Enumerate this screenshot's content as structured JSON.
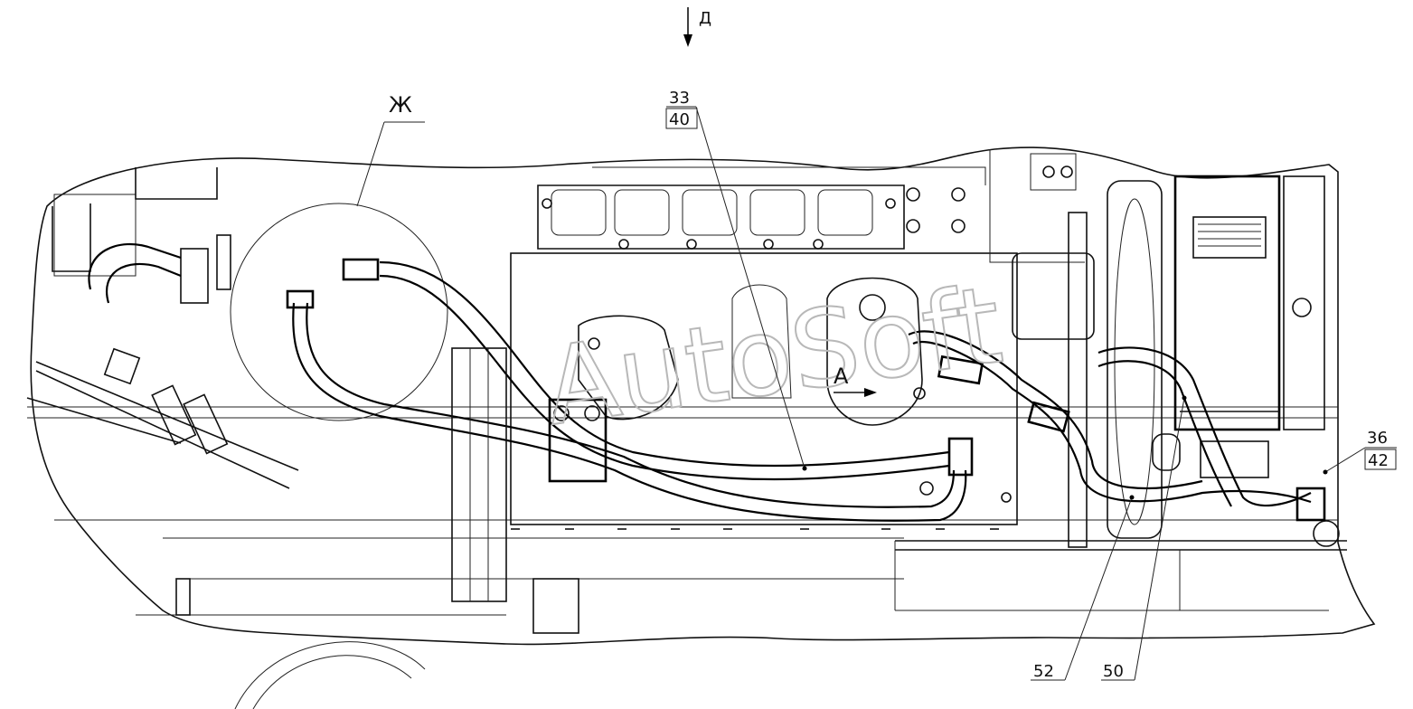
{
  "view_label": "Д",
  "detail_label": "Ж",
  "arrow_label": "А",
  "watermark": "AutoSoft",
  "callouts": [
    {
      "top": "33",
      "bottom": "40"
    },
    {
      "top": "36",
      "bottom": "42"
    },
    {
      "top": "52",
      "bottom": ""
    },
    {
      "top": "50",
      "bottom": ""
    }
  ]
}
